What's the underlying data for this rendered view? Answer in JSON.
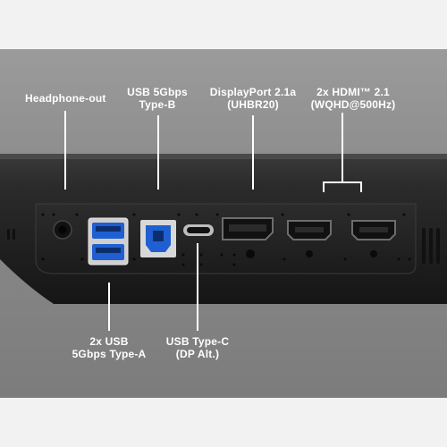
{
  "labels": {
    "headphone_out": [
      "Headphone-out"
    ],
    "usb_5gbps_type_b": [
      "USB 5Gbps",
      "Type-B"
    ],
    "displayport": [
      "DisplayPort 2.1a",
      "(UHBR20)"
    ],
    "hdmi": [
      "2x HDMI™ 2.1",
      "(WQHD@500Hz)"
    ],
    "usb_type_a": [
      "2x USB",
      "5Gbps Type-A"
    ],
    "usb_type_c": [
      "USB Type-C",
      "(DP Alt.)"
    ]
  },
  "colors": {
    "background_panel": "#8a8a8a",
    "monitor_body": "#1c1c1c",
    "usb3_blue": "#1f5fd1",
    "label_text": "#ffffff"
  }
}
